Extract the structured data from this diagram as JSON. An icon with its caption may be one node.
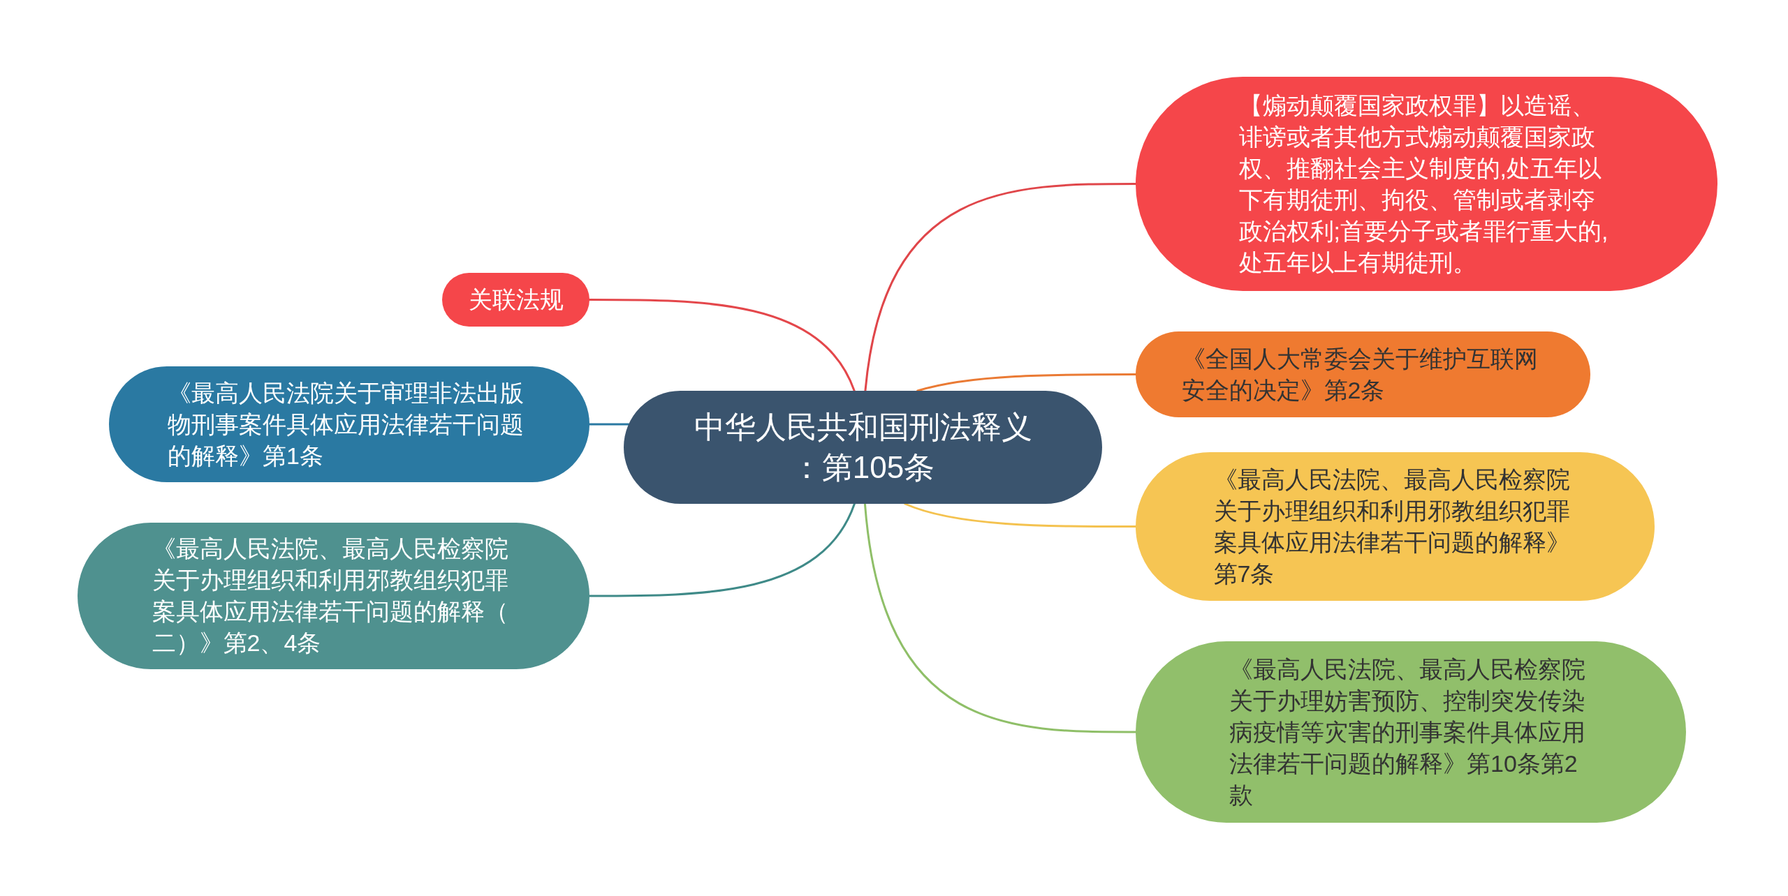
{
  "diagram": {
    "nodes": [
      {
        "text": [
          "中华人民共和国刑法释义：第105条"
        ]
      },
      {
        "text": [
          "关联法规"
        ]
      },
      {
        "text": [
          "《最高人民法院关于审理非法出版物刑事案件具体应用法律若干问题的解释》第1条"
        ]
      },
      {
        "text": [
          "《最高人民法院、最高人民检察院关于办理组织和利用邪教组织犯罪案具体应用法律若干问题的解释（二）》第2、4条"
        ]
      },
      {
        "text": [
          "【煽动颠覆国家政权罪】以造谣、诽谤或者其他方式煽动颠覆国家政权、推翻社会主义制度的,处五年以下有期徒刑、拘役、管制或者剥夺政治权利;首要分子或者罪行重大的,处五年以上有期徒刑。"
        ]
      },
      {
        "text": [
          "《全国人大常委会关于维护互联网安全的决定》第2条"
        ]
      },
      {
        "text": [
          "《最高人民法院、最高人民检察院关于办理组织和利用邪教组织犯罪案具体应用法律若干问题的解释》第7条"
        ]
      },
      {
        "text": [
          "《最高人民法院、最高人民检察院关于办理妨害预防、控制突发传染病疫情等灾害的刑事案件具体应用法律若干问题的解释》第10条第2款"
        ]
      }
    ],
    "edges": [
      {
        "from": 0,
        "to": 1,
        "arrow": "none",
        "color": "#e4474b"
      },
      {
        "from": 0,
        "to": 2,
        "arrow": "none",
        "color": "#2a79a2"
      },
      {
        "from": 0,
        "to": 3,
        "arrow": "none",
        "color": "#3f8a88"
      },
      {
        "from": 0,
        "to": 4,
        "arrow": "none",
        "color": "#e0464a"
      },
      {
        "from": 0,
        "to": 5,
        "arrow": "none",
        "color": "#ea7a34"
      },
      {
        "from": 0,
        "to": 6,
        "arrow": "none",
        "color": "#f4c24f"
      },
      {
        "from": 0,
        "to": 7,
        "arrow": "none",
        "color": "#8fbf68"
      }
    ]
  }
}
